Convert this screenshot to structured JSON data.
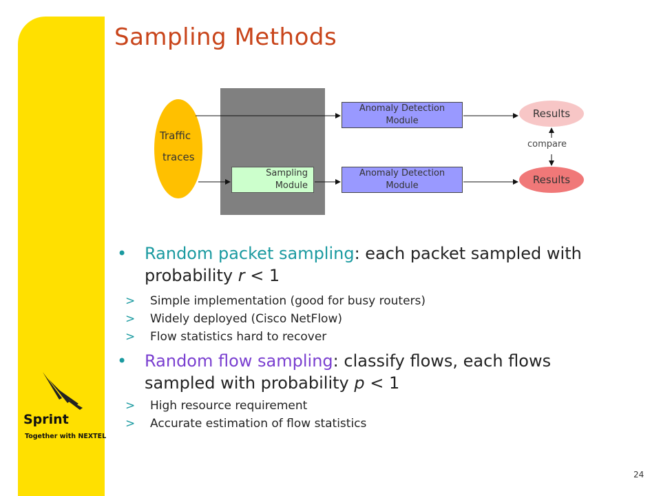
{
  "slide": {
    "title": "Sampling Methods",
    "page_number": "24"
  },
  "logo": {
    "brand": "Sprint",
    "tagline": "Together with NEXTEL"
  },
  "diagram": {
    "traffic_line1": "Traffic",
    "traffic_line2": "traces",
    "sampling_module": "Sampling\nModule",
    "adm_top": "Anomaly Detection\nModule",
    "adm_bottom": "Anomaly Detection\nModule",
    "results_top": "Results",
    "results_bottom": "Results",
    "compare": "compare"
  },
  "bullets": [
    {
      "highlight": "Random packet sampling",
      "rest": ": each packet sampled with probability ",
      "var": "r",
      "tail": " < 1",
      "subs": [
        "Simple implementation (good for busy routers)",
        "Widely deployed (Cisco NetFlow)",
        "Flow statistics hard to recover"
      ]
    },
    {
      "highlight": "Random flow sampling",
      "rest": ": classify flows, each flows sampled with probability ",
      "var": "p",
      "tail": " < 1",
      "subs": [
        "High resource requirement",
        "Accurate estimation of flow statistics"
      ]
    }
  ],
  "sub_marker": ">",
  "bullet_marker": "•"
}
